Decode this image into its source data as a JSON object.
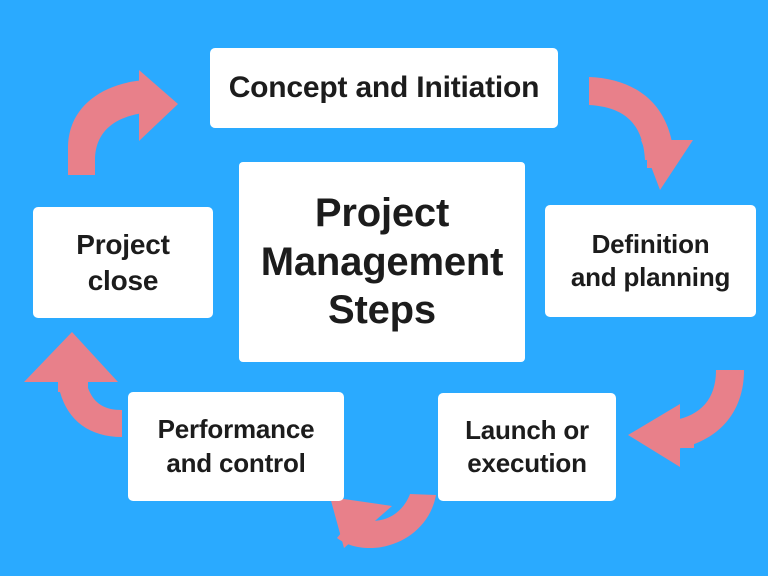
{
  "diagram": {
    "title": "Project Management Steps",
    "type": "cycle-diagram",
    "background_color": "#2aaaff",
    "node_color": "#ffffff",
    "text_color": "#1c1c1c",
    "arrow_color": "#e8808a",
    "center": {
      "label": "Project\nManagement\nSteps"
    },
    "steps": [
      {
        "id": "concept",
        "label": "Concept and Initiation",
        "position": "top"
      },
      {
        "id": "definition",
        "label": "Definition\nand planning",
        "position": "right"
      },
      {
        "id": "launch",
        "label": "Launch or\nexecution",
        "position": "bottom-right"
      },
      {
        "id": "performance",
        "label": "Performance\nand control",
        "position": "bottom-left"
      },
      {
        "id": "close",
        "label": "Project\nclose",
        "position": "left"
      }
    ],
    "arrows": [
      {
        "id": "arrow-close-to-concept",
        "from": "close",
        "to": "concept",
        "direction": "up-right",
        "position": "top-left"
      },
      {
        "id": "arrow-concept-to-definition",
        "from": "concept",
        "to": "definition",
        "direction": "down",
        "position": "top-right"
      },
      {
        "id": "arrow-definition-to-launch",
        "from": "definition",
        "to": "launch",
        "direction": "left",
        "position": "bottom-right"
      },
      {
        "id": "arrow-launch-to-performance",
        "from": "launch",
        "to": "performance",
        "direction": "up-left",
        "position": "bottom-center"
      },
      {
        "id": "arrow-performance-to-close",
        "from": "performance",
        "to": "close",
        "direction": "up",
        "position": "bottom-left"
      }
    ]
  }
}
